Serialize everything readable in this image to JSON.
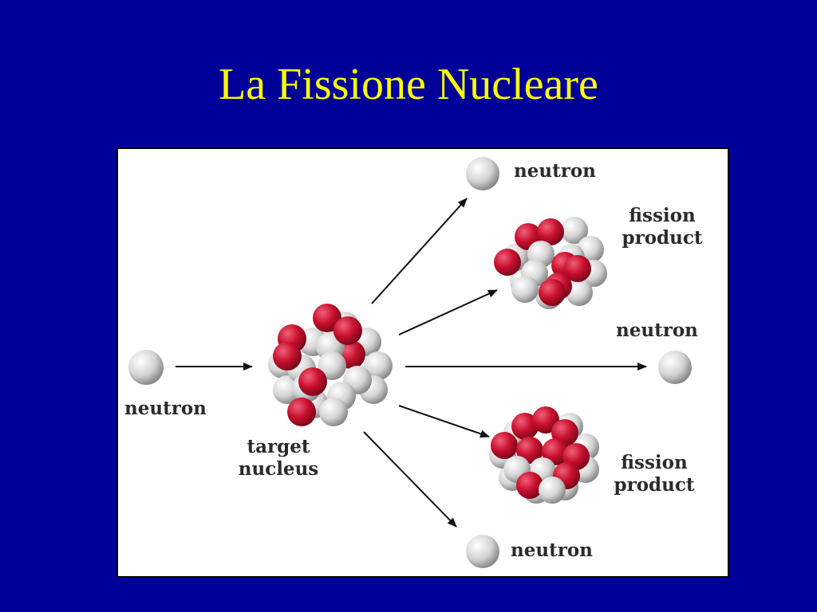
{
  "slide": {
    "title": "La Fissione Nucleare"
  },
  "diagram": {
    "labels": {
      "incoming_neutron": "neutron",
      "target_nucleus_line1": "target",
      "target_nucleus_line2": "nucleus",
      "neutron_top": "neutron",
      "fission_product_top_line1": "fission",
      "fission_product_top_line2": "product",
      "neutron_middle": "neutron",
      "fission_product_bottom_line1": "fission",
      "fission_product_bottom_line2": "product",
      "neutron_bottom": "neutron"
    },
    "colors": {
      "proton": "#c8102e",
      "neutron": "#e6e6e6",
      "arrow": "#111111",
      "background": "#000099",
      "title": "#ffff00"
    }
  }
}
